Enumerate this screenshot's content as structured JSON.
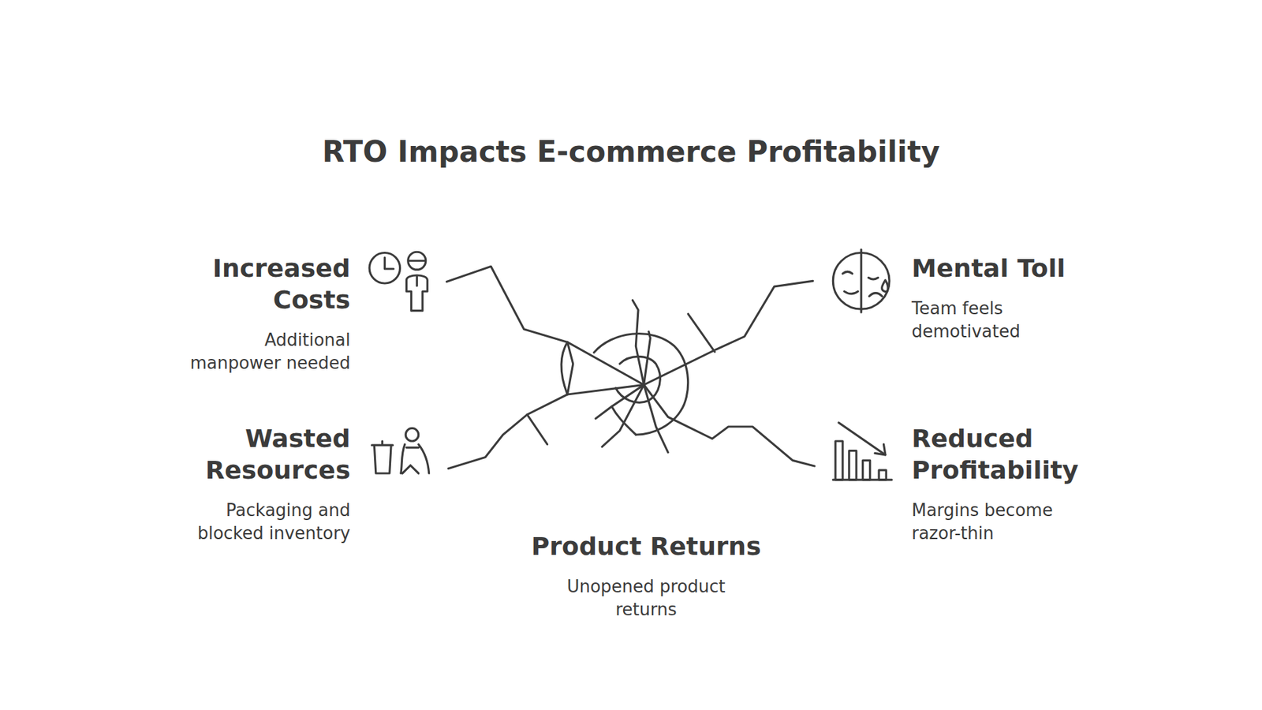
{
  "diagram": {
    "title": "RTO Impacts E-commerce Profitability",
    "nodes": [
      {
        "text": [
          "Increased Costs",
          "Additional manpower needed"
        ]
      },
      {
        "text": [
          "Mental Toll",
          "Team feels demotivated"
        ]
      },
      {
        "text": [
          "Wasted Resources",
          "Packaging and blocked inventory"
        ]
      },
      {
        "text": [
          "Reduced Profitability",
          "Margins become razor-thin"
        ]
      },
      {
        "text": [
          "Product Returns",
          "Unopened product returns"
        ]
      }
    ]
  }
}
